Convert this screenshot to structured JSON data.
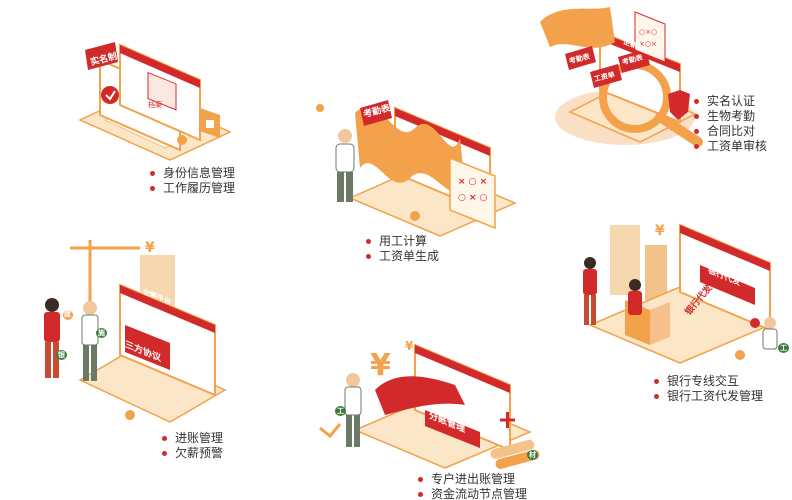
{
  "colors": {
    "accent": "#d22a2a",
    "orange": "#f3a24b",
    "cream": "#fbe6c8",
    "text": "#333333"
  },
  "modules": [
    {
      "id": "identity",
      "screen_title": "企薪平台",
      "tag": "实名制",
      "card_label": "档案",
      "features": [
        "身份信息管理",
        "工作履历管理"
      ]
    },
    {
      "id": "attendance",
      "screen_title": "企薪平台",
      "tag": "考勤表",
      "features": [
        "用工计算",
        "工资单生成"
      ]
    },
    {
      "id": "verification",
      "screen_title": "企薪平台",
      "tags": [
        "考勤表",
        "工资单",
        "考勤表"
      ],
      "features": [
        "实名认证",
        "生物考勤",
        "合同比对",
        "工资单审核"
      ]
    },
    {
      "id": "bank",
      "screen_title": "企薪平台",
      "banner": "银行代发",
      "tag": "银行代发",
      "worker_tag": "工",
      "features": [
        "银行专线交互",
        "银行工资代发管理"
      ]
    },
    {
      "id": "tripartite",
      "screen_title": "企薪平台",
      "banner": "三方协议",
      "tags": [
        "建",
        "施",
        "银"
      ],
      "features": [
        "进账管理",
        "欠薪预警"
      ]
    },
    {
      "id": "split",
      "screen_title": "企薪平台",
      "banner": "分账管理",
      "tags": [
        "工",
        "材"
      ],
      "features": [
        "专户进出账管理",
        "资金流动节点管理"
      ]
    }
  ]
}
